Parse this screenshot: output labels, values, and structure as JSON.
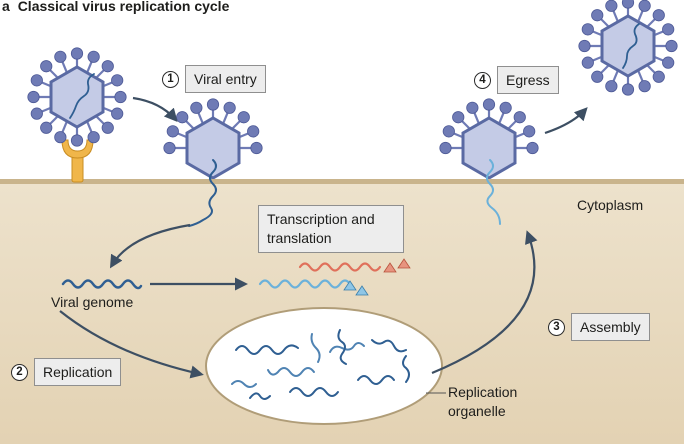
{
  "figure": {
    "panel_letter": "a",
    "title": "Classical virus replication cycle"
  },
  "steps": [
    {
      "number": "1",
      "label": "Viral entry"
    },
    {
      "number": "2",
      "label": "Replication"
    },
    {
      "number": "3",
      "label": "Assembly"
    },
    {
      "number": "4",
      "label": "Egress"
    }
  ],
  "labels": {
    "transcription_translation": "Transcription and translation",
    "cytoplasm": "Cytoplasm",
    "viral_genome": "Viral genome",
    "replication_organelle": "Replication organelle"
  },
  "colors": {
    "cytoplasm_fill": "#e9dcc2",
    "membrane": "#c9b48c",
    "capsid": "#c4cbe6",
    "capsid_edge": "#5a6aa3",
    "spike": "#6f7bb5",
    "receptor": "#f0b64a",
    "rna_dark": "#2f5f92",
    "rna_light": "#6bb1da",
    "rna_red": "#e0705b",
    "arrow": "#3d4f63"
  }
}
